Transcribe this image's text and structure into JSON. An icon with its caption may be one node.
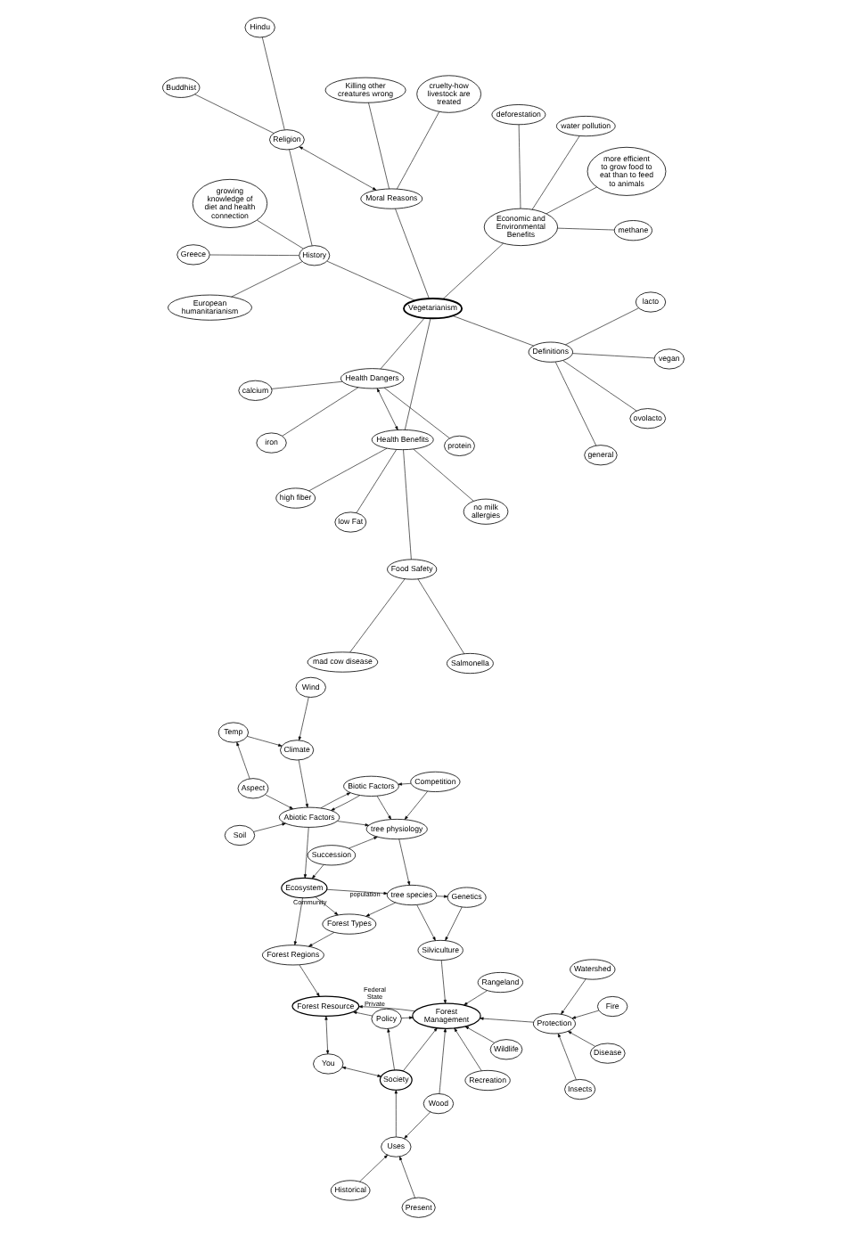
{
  "diagram": {
    "nodes": [
      {
        "text": [
          "Vegetarianism"
        ]
      },
      {
        "text": [
          "Health Benefits"
        ]
      },
      {
        "text": [
          "Food Safety"
        ]
      },
      {
        "text": [
          "mad cow disease"
        ]
      },
      {
        "text": [
          "Salmonella"
        ]
      },
      {
        "text": [
          "high fiber"
        ]
      },
      {
        "text": [
          "low Fat"
        ]
      },
      {
        "text": [
          "no milk allergies"
        ]
      },
      {
        "text": [
          "Health Dangers"
        ]
      },
      {
        "text": [
          "protein"
        ]
      },
      {
        "text": [
          "iron"
        ]
      },
      {
        "text": [
          "calcium"
        ]
      },
      {
        "text": [
          "Moral Reasons"
        ]
      },
      {
        "text": [
          "cruelty-how livestock are treated"
        ]
      },
      {
        "text": [
          "Killing other creatures wrong"
        ]
      },
      {
        "text": [
          "Religion"
        ]
      },
      {
        "text": [
          "Buddhist"
        ]
      },
      {
        "text": [
          "Hindu"
        ]
      },
      {
        "text": [
          "History"
        ]
      },
      {
        "text": [
          "growing knowledge of diet and health connection"
        ]
      },
      {
        "text": [
          "Greece"
        ]
      },
      {
        "text": [
          "European humanitarianism"
        ]
      },
      {
        "text": [
          "Economic and Environmental Benefits"
        ]
      },
      {
        "text": [
          "water pollution"
        ]
      },
      {
        "text": [
          "deforestation"
        ]
      },
      {
        "text": [
          "methane"
        ]
      },
      {
        "text": [
          "more efficient to grow food to eat than to feed to animals"
        ]
      },
      {
        "text": [
          "Definitions"
        ]
      },
      {
        "text": [
          "general"
        ]
      },
      {
        "text": [
          "ovolacto"
        ]
      },
      {
        "text": [
          "lacto"
        ]
      },
      {
        "text": [
          "vegan"
        ]
      },
      {
        "text": [
          "Historical"
        ]
      },
      {
        "text": [
          "Uses"
        ]
      },
      {
        "text": [
          "Present"
        ]
      },
      {
        "text": [
          "Society"
        ]
      },
      {
        "text": [
          "You"
        ]
      },
      {
        "text": [
          "Policy"
        ]
      },
      {
        "text": [
          "Forest Resource"
        ]
      },
      {
        "text": [
          "Wood"
        ]
      },
      {
        "text": [
          "Recreation"
        ]
      },
      {
        "text": [
          "Rangeland"
        ]
      },
      {
        "text": [
          "Wildlife"
        ]
      },
      {
        "text": [
          "Watershed"
        ]
      },
      {
        "text": [
          "Forest Management"
        ]
      },
      {
        "text": [
          "Protection"
        ]
      },
      {
        "text": [
          "Fire"
        ]
      },
      {
        "text": [
          "Insects"
        ]
      },
      {
        "text": [
          "Disease"
        ]
      },
      {
        "text": [
          "Climate"
        ]
      },
      {
        "text": [
          "Temp"
        ]
      },
      {
        "text": [
          "Wind"
        ]
      },
      {
        "text": [
          "Aspect"
        ]
      },
      {
        "text": [
          "Soil"
        ]
      },
      {
        "text": [
          "Abiotic Factors"
        ]
      },
      {
        "text": [
          "Ecosystem"
        ]
      },
      {
        "text": [
          "Forest Regions"
        ]
      },
      {
        "text": [
          "Forest Types"
        ]
      },
      {
        "text": [
          "Biotic Factors"
        ]
      },
      {
        "text": [
          "Competition"
        ]
      },
      {
        "text": [
          "Succession"
        ]
      },
      {
        "text": [
          "tree physiology"
        ]
      },
      {
        "text": [
          "tree species"
        ]
      },
      {
        "text": [
          "Silviculture"
        ]
      },
      {
        "text": [
          "Genetics"
        ]
      }
    ],
    "edges": [
      {
        "from": 0,
        "to": 1,
        "arrow": "none"
      },
      {
        "from": 0,
        "to": 8,
        "arrow": "none"
      },
      {
        "from": 0,
        "to": 12,
        "arrow": "none"
      },
      {
        "from": 0,
        "to": 18,
        "arrow": "none"
      },
      {
        "from": 0,
        "to": 22,
        "arrow": "none"
      },
      {
        "from": 0,
        "to": 27,
        "arrow": "none"
      },
      {
        "from": 1,
        "to": 2,
        "arrow": "none"
      },
      {
        "from": 2,
        "to": 3,
        "arrow": "none"
      },
      {
        "from": 2,
        "to": 4,
        "arrow": "none"
      },
      {
        "from": 1,
        "to": 5,
        "arrow": "none"
      },
      {
        "from": 1,
        "to": 6,
        "arrow": "none"
      },
      {
        "from": 1,
        "to": 7,
        "arrow": "none"
      },
      {
        "from": 1,
        "to": 8,
        "arrow": "both"
      },
      {
        "from": 8,
        "to": 9,
        "arrow": "none"
      },
      {
        "from": 8,
        "to": 10,
        "arrow": "none"
      },
      {
        "from": 8,
        "to": 11,
        "arrow": "none"
      },
      {
        "from": 12,
        "to": 13,
        "arrow": "none"
      },
      {
        "from": 12,
        "to": 14,
        "arrow": "none"
      },
      {
        "from": 12,
        "to": 15,
        "arrow": "both"
      },
      {
        "from": 15,
        "to": 16,
        "arrow": "none"
      },
      {
        "from": 15,
        "to": 17,
        "arrow": "none"
      },
      {
        "from": 15,
        "to": 18,
        "arrow": "none"
      },
      {
        "from": 18,
        "to": 19,
        "arrow": "none"
      },
      {
        "from": 18,
        "to": 20,
        "arrow": "none"
      },
      {
        "from": 18,
        "to": 21,
        "arrow": "none"
      },
      {
        "from": 22,
        "to": 23,
        "arrow": "none"
      },
      {
        "from": 22,
        "to": 24,
        "arrow": "none"
      },
      {
        "from": 22,
        "to": 25,
        "arrow": "none"
      },
      {
        "from": 22,
        "to": 26,
        "arrow": "none"
      },
      {
        "from": 27,
        "to": 28,
        "arrow": "none"
      },
      {
        "from": 27,
        "to": 29,
        "arrow": "none"
      },
      {
        "from": 27,
        "to": 30,
        "arrow": "none"
      },
      {
        "from": 27,
        "to": 31,
        "arrow": "none"
      },
      {
        "from": 32,
        "to": 33,
        "arrow": "to"
      },
      {
        "from": 34,
        "to": 33,
        "arrow": "to"
      },
      {
        "from": 39,
        "to": 33,
        "arrow": "to"
      },
      {
        "from": 33,
        "to": 35,
        "arrow": "to"
      },
      {
        "from": 35,
        "to": 36,
        "arrow": "both"
      },
      {
        "from": 36,
        "to": 38,
        "arrow": "both"
      },
      {
        "from": 35,
        "to": 37,
        "arrow": "to"
      },
      {
        "from": 37,
        "to": 38,
        "arrow": "to"
      },
      {
        "from": 35,
        "to": 44,
        "arrow": "to"
      },
      {
        "from": 37,
        "to": 44,
        "arrow": "to"
      },
      {
        "from": 44,
        "to": 38,
        "arrow": "to",
        "label": "Federal State Private"
      },
      {
        "from": 39,
        "to": 44,
        "arrow": "to"
      },
      {
        "from": 40,
        "to": 44,
        "arrow": "to"
      },
      {
        "from": 41,
        "to": 44,
        "arrow": "to"
      },
      {
        "from": 42,
        "to": 44,
        "arrow": "to"
      },
      {
        "from": 43,
        "to": 45,
        "arrow": "to"
      },
      {
        "from": 45,
        "to": 44,
        "arrow": "to"
      },
      {
        "from": 46,
        "to": 45,
        "arrow": "to"
      },
      {
        "from": 47,
        "to": 45,
        "arrow": "to"
      },
      {
        "from": 48,
        "to": 45,
        "arrow": "to"
      },
      {
        "from": 50,
        "to": 49,
        "arrow": "to"
      },
      {
        "from": 51,
        "to": 49,
        "arrow": "to"
      },
      {
        "from": 52,
        "to": 50,
        "arrow": "to"
      },
      {
        "from": 52,
        "to": 54,
        "arrow": "to"
      },
      {
        "from": 53,
        "to": 54,
        "arrow": "to"
      },
      {
        "from": 49,
        "to": 54,
        "arrow": "to"
      },
      {
        "from": 54,
        "to": 55,
        "arrow": "to"
      },
      {
        "from": 54,
        "to": 58,
        "arrow": "to"
      },
      {
        "from": 58,
        "to": 54,
        "arrow": "to"
      },
      {
        "from": 54,
        "to": 61,
        "arrow": "to"
      },
      {
        "from": 58,
        "to": 61,
        "arrow": "to"
      },
      {
        "from": 59,
        "to": 58,
        "arrow": "to"
      },
      {
        "from": 59,
        "to": 61,
        "arrow": "to"
      },
      {
        "from": 60,
        "to": 55,
        "arrow": "to"
      },
      {
        "from": 60,
        "to": 61,
        "arrow": "to"
      },
      {
        "from": 61,
        "to": 62,
        "arrow": "to"
      },
      {
        "from": 55,
        "to": 56,
        "arrow": "to"
      },
      {
        "from": 55,
        "to": 57,
        "arrow": "to",
        "label": "Community"
      },
      {
        "from": 55,
        "to": 62,
        "arrow": "to",
        "label": "population"
      },
      {
        "from": 62,
        "to": 57,
        "arrow": "to"
      },
      {
        "from": 57,
        "to": 56,
        "arrow": "to"
      },
      {
        "from": 56,
        "to": 38,
        "arrow": "to"
      },
      {
        "from": 62,
        "to": 63,
        "arrow": "to"
      },
      {
        "from": 62,
        "to": 64,
        "arrow": "to"
      },
      {
        "from": 64,
        "to": 63,
        "arrow": "to"
      },
      {
        "from": 63,
        "to": 44,
        "arrow": "to"
      }
    ]
  }
}
